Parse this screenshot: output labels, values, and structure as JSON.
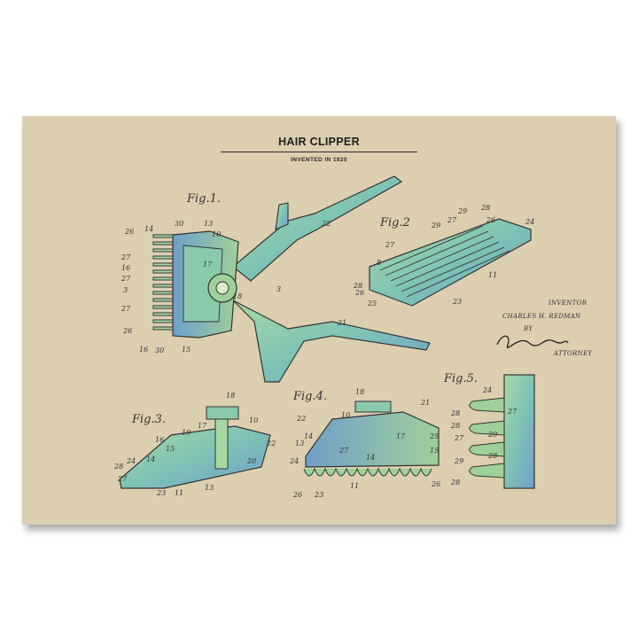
{
  "poster": {
    "title": "HAIR CLIPPER",
    "subtitle": "INVENTED IN 1920"
  },
  "figures": {
    "fig1": "Fig.1.",
    "fig2": "Fig.2",
    "fig3": "Fig.3.",
    "fig4": "Fig.4.",
    "fig5": "Fig.5."
  },
  "credits": {
    "inventor_label": "INVENTOR",
    "inventor_name": "CHARLES H. REDMAN",
    "by_label": "BY",
    "attorney_label": "ATTORNEY"
  },
  "colors": {
    "paper": "#dbcfb0",
    "ink": "#333333",
    "fill_teal": "#7fc3b5",
    "fill_blue": "#6f9fc9",
    "fill_green": "#9fd09a"
  },
  "callouts": {
    "fig1": [
      "26",
      "14",
      "30",
      "13",
      "10",
      "27",
      "16",
      "27",
      "3",
      "27",
      "26",
      "16",
      "30",
      "15",
      "17",
      "18",
      "3",
      "22",
      "21"
    ],
    "fig2": [
      "27",
      "29",
      "28",
      "26",
      "24",
      "27",
      "29",
      "28",
      "25",
      "26",
      "11",
      "23",
      "8"
    ],
    "fig3": [
      "18",
      "10",
      "16",
      "15",
      "19",
      "17",
      "22",
      "28",
      "24",
      "14",
      "20",
      "27",
      "23",
      "11",
      "13"
    ],
    "fig4": [
      "18",
      "10",
      "21",
      "22",
      "13",
      "14",
      "24",
      "27",
      "14",
      "17",
      "25",
      "15",
      "26",
      "23",
      "11",
      "26"
    ],
    "fig5": [
      "24",
      "28",
      "27",
      "27",
      "29",
      "28",
      "29",
      "28",
      "28"
    ]
  }
}
